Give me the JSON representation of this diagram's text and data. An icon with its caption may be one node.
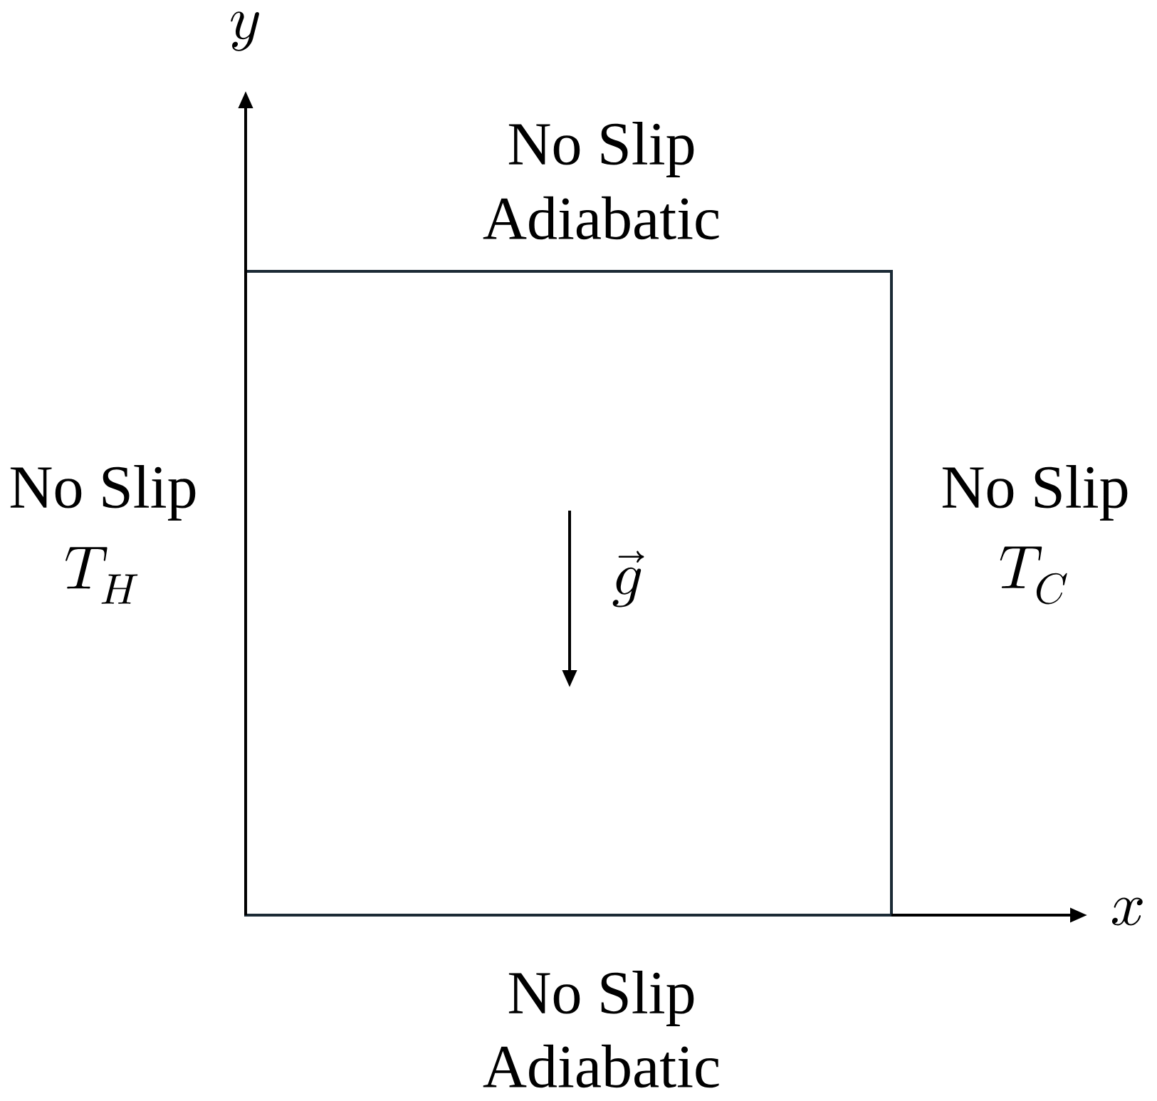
{
  "diagram": {
    "nodes": [
      {
        "text": [],
        "shape": "box"
      }
    ],
    "edges": [],
    "labels": [
      "y",
      "No Slip",
      "Adiabatic",
      "No Slip",
      "T_H",
      "No Slip",
      "T_C",
      "\\vec{g}",
      "x",
      "No Slip",
      "Adiabatic"
    ]
  }
}
